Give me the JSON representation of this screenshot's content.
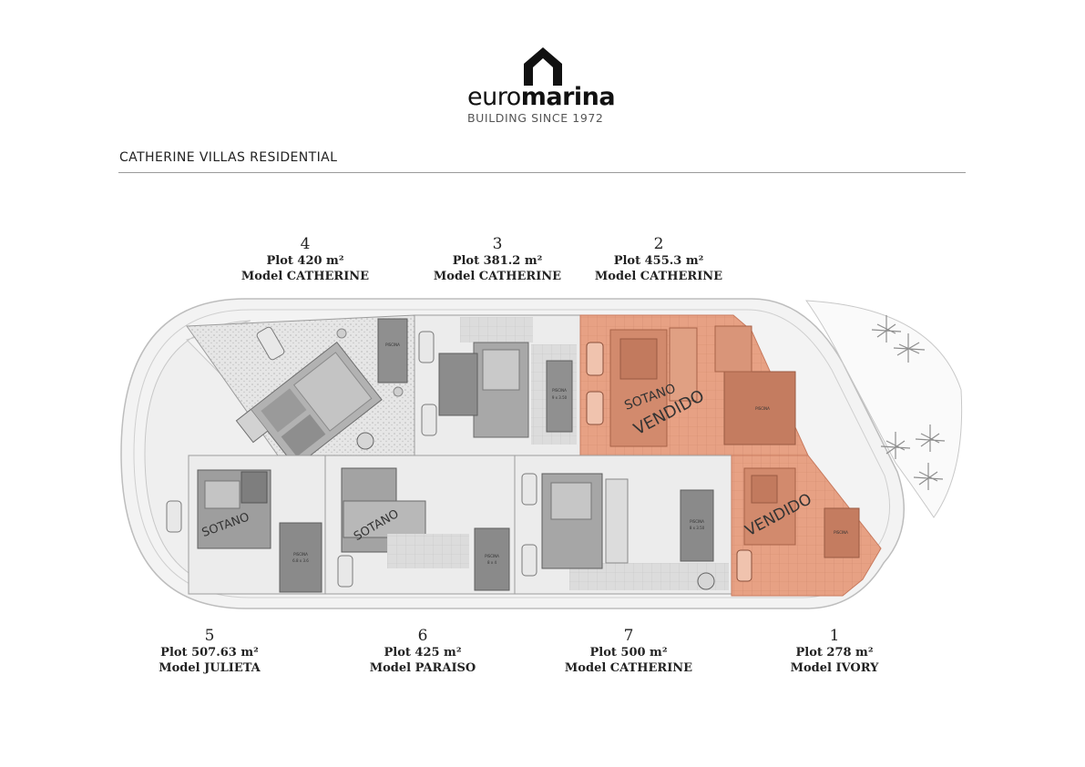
{
  "brand": {
    "name_light": "euro",
    "name_bold": "marina",
    "tagline": "BUILDING SINCE 1972"
  },
  "page_title": "CATHERINE VILLAS RESIDENTIAL",
  "colors": {
    "sold": "#e39a7c",
    "sold_stroke": "#c87a5e",
    "plan_grey": "#bdbdbd",
    "plan_dark": "#7c7c7c",
    "heading_rule": "#9a9a9a"
  },
  "plots": [
    {
      "number": "4",
      "area": "Plot 420 m²",
      "model": "Model CATHERINE",
      "sold": false,
      "basement": false
    },
    {
      "number": "3",
      "area": "Plot 381.2 m²",
      "model": "Model CATHERINE",
      "sold": false,
      "basement": false
    },
    {
      "number": "2",
      "area": "Plot 455.3 m²",
      "model": "Model CATHERINE",
      "sold": true,
      "basement": true
    },
    {
      "number": "5",
      "area": "Plot 507.63 m²",
      "model": "Model JULIETA",
      "sold": false,
      "basement": true
    },
    {
      "number": "6",
      "area": "Plot 425 m²",
      "model": "Model PARAISO",
      "sold": false,
      "basement": true
    },
    {
      "number": "7",
      "area": "Plot 500 m²",
      "model": "Model CATHERINE",
      "sold": false,
      "basement": false
    },
    {
      "number": "1",
      "area": "Plot 278 m²",
      "model": "Model IVORY",
      "sold": true,
      "basement": false
    }
  ],
  "plan_labels": {
    "basement": "SOTANO",
    "sold": "VENDIDO",
    "pool_4": "PISCINA",
    "pool_3": "PISCINA",
    "pool_2": "PISCINA",
    "pool_5": "PISCINA",
    "pool_5_size": "6.8 x 3.6",
    "pool_6": "PISCINA",
    "pool_6_size": "8 x 4",
    "pool_7": "PISCINA",
    "pool_7_size": "8 x 3.50",
    "pool_1": "PISCINA",
    "pool_3_size": "9 x 3.50"
  }
}
